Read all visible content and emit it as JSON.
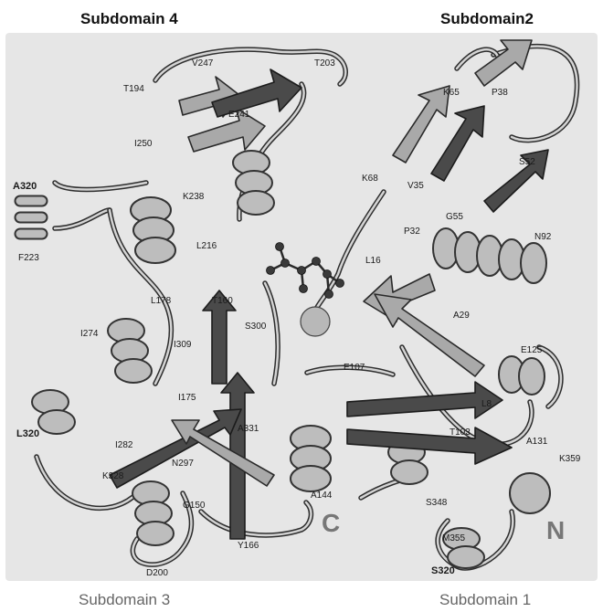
{
  "subdomains": {
    "top_left": "Subdomain 4",
    "top_right": "Subdomain2",
    "bottom_left": "Subdomain 3",
    "bottom_right": "Subdomain 1"
  },
  "termini": {
    "c": "C",
    "n": "N"
  },
  "residues": {
    "T194": "T194",
    "V247": "V247",
    "T203": "T203",
    "E241": "E241",
    "I250": "I250",
    "A320_left": "A320",
    "K238": "K238",
    "F223": "F223",
    "L216": "L216",
    "L178": "L178",
    "T160": "T160",
    "S300": "S300",
    "I274": "I274",
    "I309": "I309",
    "I175": "I175",
    "A331": "A331",
    "L320": "L320",
    "I282": "I282",
    "K328": "K328",
    "N297": "N297",
    "G150": "G150",
    "Y166": "Y166",
    "D200": "D200",
    "K65": "K65",
    "P38": "P38",
    "S52": "S52",
    "K68": "K68",
    "V35": "V35",
    "G55": "G55",
    "P32": "P32",
    "N92": "N92",
    "L16": "L16",
    "A29": "A29",
    "E107": "E107",
    "E125": "E125",
    "L8": "L8",
    "T103": "T103",
    "A131": "A131",
    "K359": "K359",
    "A144": "A144",
    "S348": "S348",
    "M355": "M355",
    "S320_bottom": "S320"
  },
  "colors": {
    "background": "#ffffff",
    "panel": "#e6e6e6",
    "helix": "#bdbdbd",
    "strand": "#a9a9a9",
    "strand_dark": "#4a4a4a",
    "outline": "#2a2a2a"
  }
}
